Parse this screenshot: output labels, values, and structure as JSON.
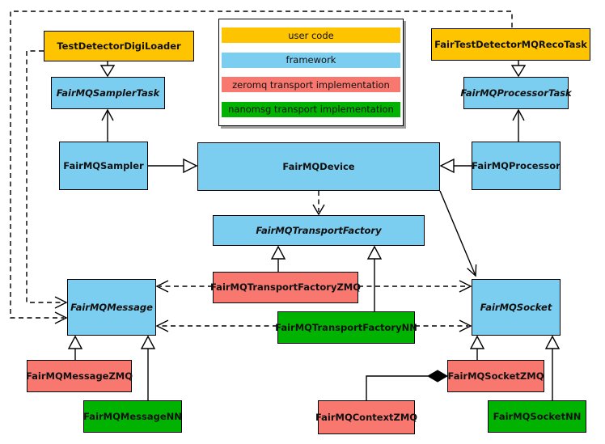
{
  "palette": {
    "user_code": "#FFC400",
    "framework": "#7CCEF0",
    "zeromq": "#F8776F",
    "nanomsg": "#00B300",
    "line": "#000000",
    "background": "#FFFFFF"
  },
  "legend": {
    "items": [
      {
        "label": "user code",
        "role": "user_code"
      },
      {
        "label": "framework",
        "role": "framework"
      },
      {
        "label": "zeromq transport implementation",
        "role": "zeromq"
      },
      {
        "label": "nanomsg transport implementation",
        "role": "nanomsg"
      }
    ]
  },
  "nodes": [
    {
      "label": "TestDetectorDigiLoader",
      "role": "user_code",
      "abstract": false
    },
    {
      "label": "FairTestDetectorMQRecoTask",
      "role": "user_code",
      "abstract": false
    },
    {
      "label": "FairMQSamplerTask",
      "role": "framework",
      "abstract": true
    },
    {
      "label": "FairMQProcessorTask",
      "role": "framework",
      "abstract": true
    },
    {
      "label": "FairMQSampler",
      "role": "framework",
      "abstract": false
    },
    {
      "label": "FairMQDevice",
      "role": "framework",
      "abstract": false
    },
    {
      "label": "FairMQProcessor",
      "role": "framework",
      "abstract": false
    },
    {
      "label": "FairMQTransportFactory",
      "role": "framework",
      "abstract": true
    },
    {
      "label": "FairMQTransportFactoryZMQ",
      "role": "zeromq",
      "abstract": false
    },
    {
      "label": "FairMQTransportFactoryNN",
      "role": "nanomsg",
      "abstract": false
    },
    {
      "label": "FairMQMessage",
      "role": "framework",
      "abstract": true
    },
    {
      "label": "FairMQSocket",
      "role": "framework",
      "abstract": true
    },
    {
      "label": "FairMQMessageZMQ",
      "role": "zeromq",
      "abstract": false
    },
    {
      "label": "FairMQMessageNN",
      "role": "nanomsg",
      "abstract": false
    },
    {
      "label": "FairMQSocketZMQ",
      "role": "zeromq",
      "abstract": false
    },
    {
      "label": "FairMQSocketNN",
      "role": "nanomsg",
      "abstract": false
    },
    {
      "label": "FairMQContextZMQ",
      "role": "zeromq",
      "abstract": false
    }
  ],
  "edges": [
    {
      "from": "TestDetectorDigiLoader",
      "to": "FairMQSamplerTask",
      "type": "generalization"
    },
    {
      "from": "FairTestDetectorMQRecoTask",
      "to": "FairMQProcessorTask",
      "type": "generalization"
    },
    {
      "from": "FairMQSampler",
      "to": "FairMQSamplerTask",
      "type": "arrow"
    },
    {
      "from": "FairMQProcessor",
      "to": "FairMQProcessorTask",
      "type": "arrow"
    },
    {
      "from": "FairMQSampler",
      "to": "FairMQDevice",
      "type": "generalization"
    },
    {
      "from": "FairMQProcessor",
      "to": "FairMQDevice",
      "type": "generalization"
    },
    {
      "from": "FairMQDevice",
      "to": "FairMQTransportFactory",
      "type": "dependency"
    },
    {
      "from": "FairMQDevice",
      "to": "FairMQSocket",
      "type": "arrow"
    },
    {
      "from": "FairMQTransportFactoryZMQ",
      "to": "FairMQTransportFactory",
      "type": "generalization"
    },
    {
      "from": "FairMQTransportFactoryNN",
      "to": "FairMQTransportFactory",
      "type": "generalization"
    },
    {
      "from": "FairMQTransportFactoryZMQ",
      "to": "FairMQMessage",
      "type": "dependency"
    },
    {
      "from": "FairMQTransportFactoryZMQ",
      "to": "FairMQSocket",
      "type": "dependency"
    },
    {
      "from": "FairMQTransportFactoryNN",
      "to": "FairMQMessage",
      "type": "dependency"
    },
    {
      "from": "FairMQTransportFactoryNN",
      "to": "FairMQSocket",
      "type": "dependency"
    },
    {
      "from": "TestDetectorDigiLoader",
      "to": "FairMQMessage",
      "type": "dependency"
    },
    {
      "from": "FairTestDetectorMQRecoTask",
      "to": "FairMQMessage",
      "type": "dependency"
    },
    {
      "from": "FairMQMessageZMQ",
      "to": "FairMQMessage",
      "type": "generalization"
    },
    {
      "from": "FairMQMessageNN",
      "to": "FairMQMessage",
      "type": "generalization"
    },
    {
      "from": "FairMQSocketZMQ",
      "to": "FairMQSocket",
      "type": "generalization"
    },
    {
      "from": "FairMQSocketNN",
      "to": "FairMQSocket",
      "type": "generalization"
    },
    {
      "from": "FairMQSocketZMQ",
      "to": "FairMQContextZMQ",
      "type": "composition"
    }
  ]
}
